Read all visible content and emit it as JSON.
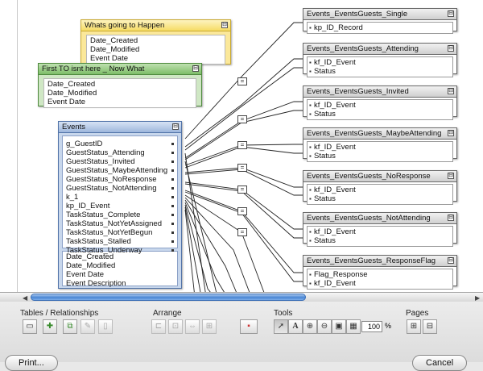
{
  "tables": {
    "happen": {
      "title": "Whats going to Happen",
      "fields": [
        "Date_Created",
        "Date_Modified",
        "Event Date"
      ]
    },
    "first_to": {
      "title": "First TO isnt here _ Now What",
      "fields": [
        "Date_Created",
        "Date_Modified",
        "Event Date"
      ]
    },
    "events": {
      "title": "Events",
      "fields": [
        "g_GuestID",
        "GuestStatus_Attending",
        "GuestStatus_Invited",
        "GuestStatus_MaybeAttending",
        "GuestStatus_NoResponse",
        "GuestStatus_NotAttending",
        "k_1",
        "kp_ID_Event",
        "TaskStatus_Complete",
        "TaskStatus_NotYetAssigned",
        "TaskStatus_NotYetBegun",
        "TaskStatus_Stalled",
        "TaskStatus_Underway"
      ],
      "extra_fields": [
        "Date_Created",
        "Date_Modified",
        "Event Date",
        "Event Description"
      ]
    },
    "single": {
      "title": "Events_EventsGuests_Single",
      "fields": [
        "kp_ID_Record"
      ]
    },
    "attending": {
      "title": "Events_EventsGuests_Attending",
      "fields": [
        "kf_ID_Event",
        "Status"
      ]
    },
    "invited": {
      "title": "Events_EventsGuests_Invited",
      "fields": [
        "kf_ID_Event",
        "Status"
      ]
    },
    "maybe": {
      "title": "Events_EventsGuests_MaybeAttending",
      "fields": [
        "kf_ID_Event",
        "Status"
      ]
    },
    "noresp": {
      "title": "Events_EventsGuests_NoResponse",
      "fields": [
        "kf_ID_Event",
        "Status"
      ]
    },
    "notatt": {
      "title": "Events_EventsGuests_NotAttending",
      "fields": [
        "kf_ID_Event",
        "Status"
      ]
    },
    "respflag": {
      "title": "Events_EventsGuests_ResponseFlag",
      "fields": [
        "Flag_Response",
        "kf_ID_Event"
      ]
    }
  },
  "toolbar": {
    "tables_label": "Tables / Relationships",
    "arrange_label": "Arrange",
    "tools_label": "Tools",
    "pages_label": "Pages",
    "zoom_value": "100",
    "zoom_unit": "%"
  },
  "footer": {
    "print_label": "Print...",
    "cancel_label": "Cancel"
  },
  "icons": {
    "toggle": "⊟",
    "join": "=",
    "add_table": "add-table-icon",
    "add_relationship": "add-relationship-icon",
    "duplicate": "duplicate-icon",
    "edit": "edit-icon",
    "delete": "delete-icon",
    "pointer": "pointer-icon",
    "text": "text-icon",
    "zoom_in": "zoom-in-icon",
    "zoom_out": "zoom-out-icon",
    "zoom_fit": "zoom-fit-icon",
    "page_setup": "page-setup-icon",
    "page_break": "page-break-icon"
  },
  "colors": {
    "yellow_table": "#fbe89a",
    "green_table": "#cfe7c4",
    "blue_table": "#c8d7ec",
    "scroll_thumb": "#4a86d4"
  }
}
